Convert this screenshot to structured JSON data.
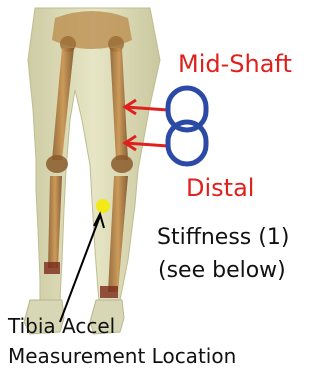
{
  "labels": {
    "mid_shaft": "Mid-Shaft",
    "distal": "Distal",
    "stiffness": "Stiffness (1)",
    "see_below": "(see below)",
    "tibia_line1": "Tibia Accel",
    "tibia_line2": "Measurement Location"
  },
  "colors": {
    "label_red": "#e0201c",
    "arrow_red": "#e0201c",
    "ring_blue": "#2b4aa6",
    "marker_yellow": "#f2ea18",
    "body_tint": "#d9d8a8"
  },
  "icons": {
    "rings": "stacked-rings-icon",
    "marker": "measurement-dot-icon"
  }
}
